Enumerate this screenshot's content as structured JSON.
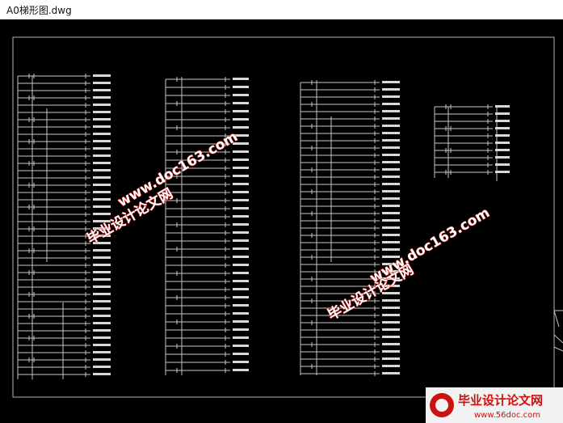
{
  "window": {
    "title": "A0梯形图.dwg"
  },
  "watermarks": [
    {
      "text": "毕业设计论文网"
    },
    {
      "text": "www.doc163.com"
    },
    {
      "text": "毕业设计论文网"
    },
    {
      "text": "www.doc163.com"
    }
  ],
  "logo": {
    "title": "毕业设计论文网",
    "url": "www.56doc.com"
  },
  "colors": {
    "canvas_bg": "#000000",
    "line": "#c8c8c8",
    "frame": "#b4b4b4",
    "watermark_stroke": "#e01010",
    "logo_red": "#cc1111"
  }
}
